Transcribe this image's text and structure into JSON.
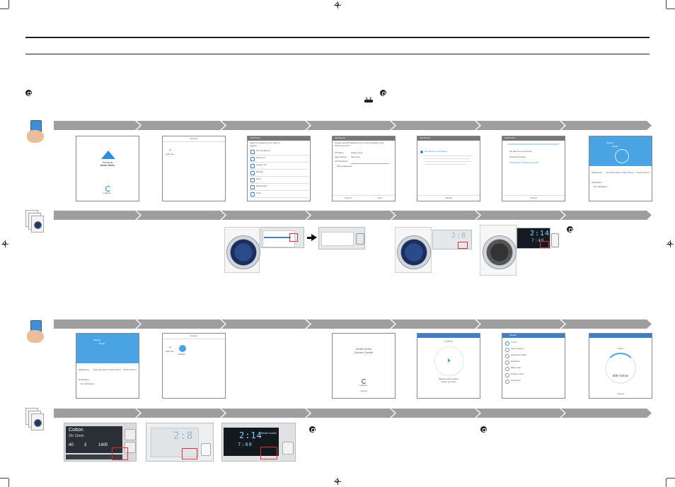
{
  "app_splash": {
    "brand_line1": "Samsung",
    "brand_line2": "Smart Home",
    "loading": "Loading..."
  },
  "devices_empty": {
    "header": "Devices",
    "add_label": "Add new"
  },
  "device_list": {
    "header": "Add Device",
    "intro": "Select an appliance you want to register.",
    "items": [
      "Air Conditioner",
      "Robot AC",
      "System AC",
      "Washer",
      "Dryer",
      "Refrigerator",
      "Oven"
    ]
  },
  "ap_form": {
    "header": "Add Device",
    "intro": "Please input AP password to connect Appliance and Samsung server.",
    "fields": [
      {
        "label": "AP Name",
        "value": "Galaxy Note"
      },
      {
        "label": "Aggr Modem",
        "value": "Samsung"
      },
      {
        "label": "AP Password",
        "value": ""
      }
    ],
    "show_password": "Show password",
    "buttons": [
      "Cancel",
      "Next"
    ]
  },
  "connecting": {
    "header": "Add Device",
    "step": "My device is connecting...",
    "cancel": "Cancel"
  },
  "progress": {
    "header": "Add Device",
    "steps": [
      "My device is connecting",
      "Network checked",
      "Connection to Samsung server"
    ],
    "cancel": "Cancel"
  },
  "washer_home": {
    "header": "Washer",
    "state": "Ready",
    "modes": [
      "Wash/grow",
      "Running mode",
      "Smart Check",
      "Smart Control"
    ],
    "section": "Notification",
    "item": "No Notification"
  },
  "devices_added": {
    "header": "Devices",
    "add_label": "Add new",
    "device_label": "Washer"
  },
  "device_control": {
    "title_line1": "Smart Home",
    "title_line2": "Device Control",
    "loading": "Loading...",
    "cancel": "Cancel"
  },
  "washer_start": {
    "mode": "Cotton",
    "message_line1": "Please select options",
    "message_line2": "before you start"
  },
  "course_menu": {
    "header": "Washer",
    "items": [
      "Cotton",
      "Super Speed",
      "Quick Eco Wash",
      "Delicates",
      "Baby Care",
      "Outdoor Care",
      "Self Clean"
    ]
  },
  "washer_running": {
    "label": "Cotton",
    "time": "00hr 03min",
    "cancel": "Cancel"
  },
  "panel_a": {
    "course": "Cotton",
    "sub": "2hr 11min",
    "temp": "40",
    "rinse": "3",
    "spin": "1400"
  },
  "panel_b": {
    "display": "2:8"
  },
  "panel_c": {
    "display": "2:14",
    "sub": "7:00",
    "brand": "Smart Control"
  },
  "panel_big": {
    "display": "2:14",
    "sub": "7:40"
  }
}
